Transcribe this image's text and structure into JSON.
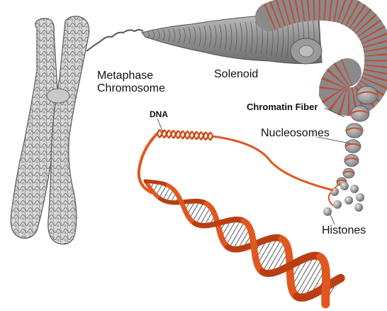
{
  "labels": {
    "metaphase_line1": "Metaphase",
    "metaphase_line2": "Chromosome",
    "solenoid": "Solenoid",
    "chromatin_fiber": "Chromatin Fiber",
    "nucleosomes": "Nucleosomes",
    "histones": "Histones",
    "dna": "DNA"
  },
  "colors": {
    "dna_strand": "#e0571f",
    "dna_strand_dark": "#b93f12",
    "chromosome_fill": "#dcdcdc",
    "chromosome_line": "#6a6a6a",
    "solenoid_fill": "#9a9a9a",
    "coil_fill": "#8e8e8e",
    "coil_band": "#c8533a",
    "histone": "#9c9c9c"
  }
}
